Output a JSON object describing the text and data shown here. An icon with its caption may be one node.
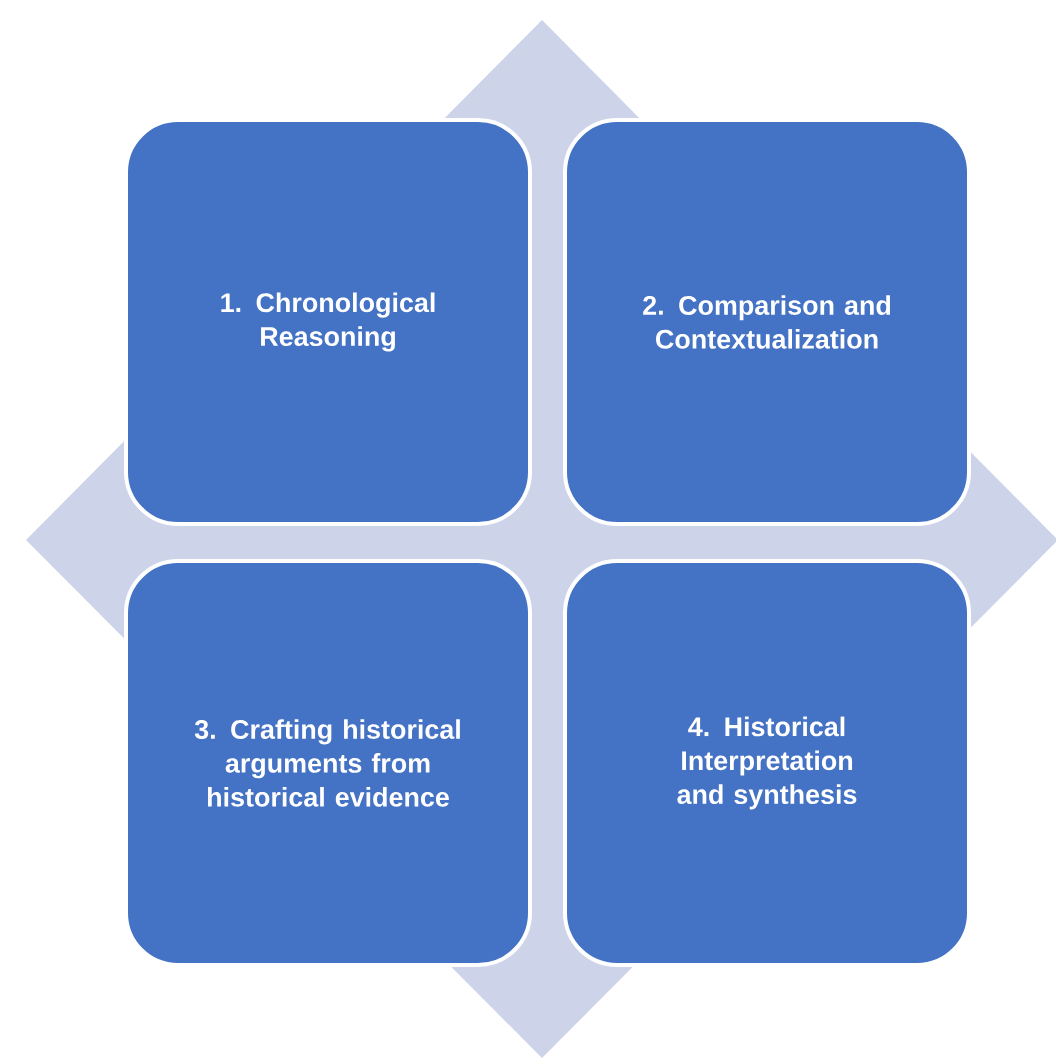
{
  "diagram": {
    "nodes": [
      {
        "text": [
          "1. Chronological Reasoning"
        ]
      },
      {
        "text": [
          "2. Comparison and Contextualization"
        ]
      },
      {
        "text": [
          "3. Crafting historical arguments from historical evidence"
        ]
      },
      {
        "text": [
          "4. Historical Interpretation and synthesis"
        ]
      }
    ]
  }
}
